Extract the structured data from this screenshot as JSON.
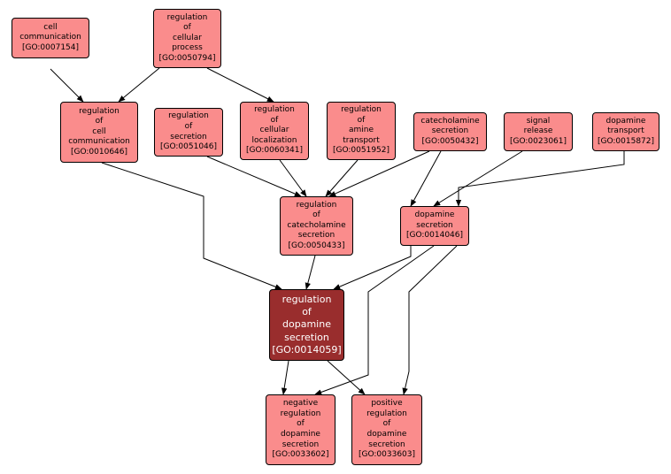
{
  "graph_title": "GO ancestry graph for regulation of dopamine secretion",
  "colors": {
    "node_fill": "#fa8c8c",
    "focus_fill": "#992d2d",
    "edge": "#000000",
    "background": "#ffffff"
  },
  "nodes": {
    "cell_communication": {
      "lines": [
        "cell",
        "communication"
      ],
      "id": "[GO:0007154]"
    },
    "reg_cellular_process": {
      "lines": [
        "regulation",
        "of",
        "cellular",
        "process"
      ],
      "id": "[GO:0050794]"
    },
    "reg_cell_communication": {
      "lines": [
        "regulation",
        "of",
        "cell",
        "communication"
      ],
      "id": "[GO:0010646]"
    },
    "reg_secretion": {
      "lines": [
        "regulation",
        "of",
        "secretion"
      ],
      "id": "[GO:0051046]"
    },
    "reg_cellular_localization": {
      "lines": [
        "regulation",
        "of",
        "cellular",
        "localization"
      ],
      "id": "[GO:0060341]"
    },
    "reg_amine_transport": {
      "lines": [
        "regulation",
        "of",
        "amine",
        "transport"
      ],
      "id": "[GO:0051952]"
    },
    "catecholamine_secretion": {
      "lines": [
        "catecholamine",
        "secretion"
      ],
      "id": "[GO:0050432]"
    },
    "signal_release": {
      "lines": [
        "signal",
        "release"
      ],
      "id": "[GO:0023061]"
    },
    "dopamine_transport": {
      "lines": [
        "dopamine",
        "transport"
      ],
      "id": "[GO:0015872]"
    },
    "reg_catecholamine_secretion": {
      "lines": [
        "regulation",
        "of",
        "catecholamine",
        "secretion"
      ],
      "id": "[GO:0050433]"
    },
    "dopamine_secretion": {
      "lines": [
        "dopamine",
        "secretion"
      ],
      "id": "[GO:0014046]"
    },
    "reg_dopamine_secretion": {
      "lines": [
        "regulation",
        "of",
        "dopamine",
        "secretion"
      ],
      "id": "[GO:0014059]"
    },
    "neg_reg_dopamine_secretion": {
      "lines": [
        "negative",
        "regulation",
        "of",
        "dopamine",
        "secretion"
      ],
      "id": "[GO:0033602]"
    },
    "pos_reg_dopamine_secretion": {
      "lines": [
        "positive",
        "regulation",
        "of",
        "dopamine",
        "secretion"
      ],
      "id": "[GO:0033603]"
    }
  }
}
